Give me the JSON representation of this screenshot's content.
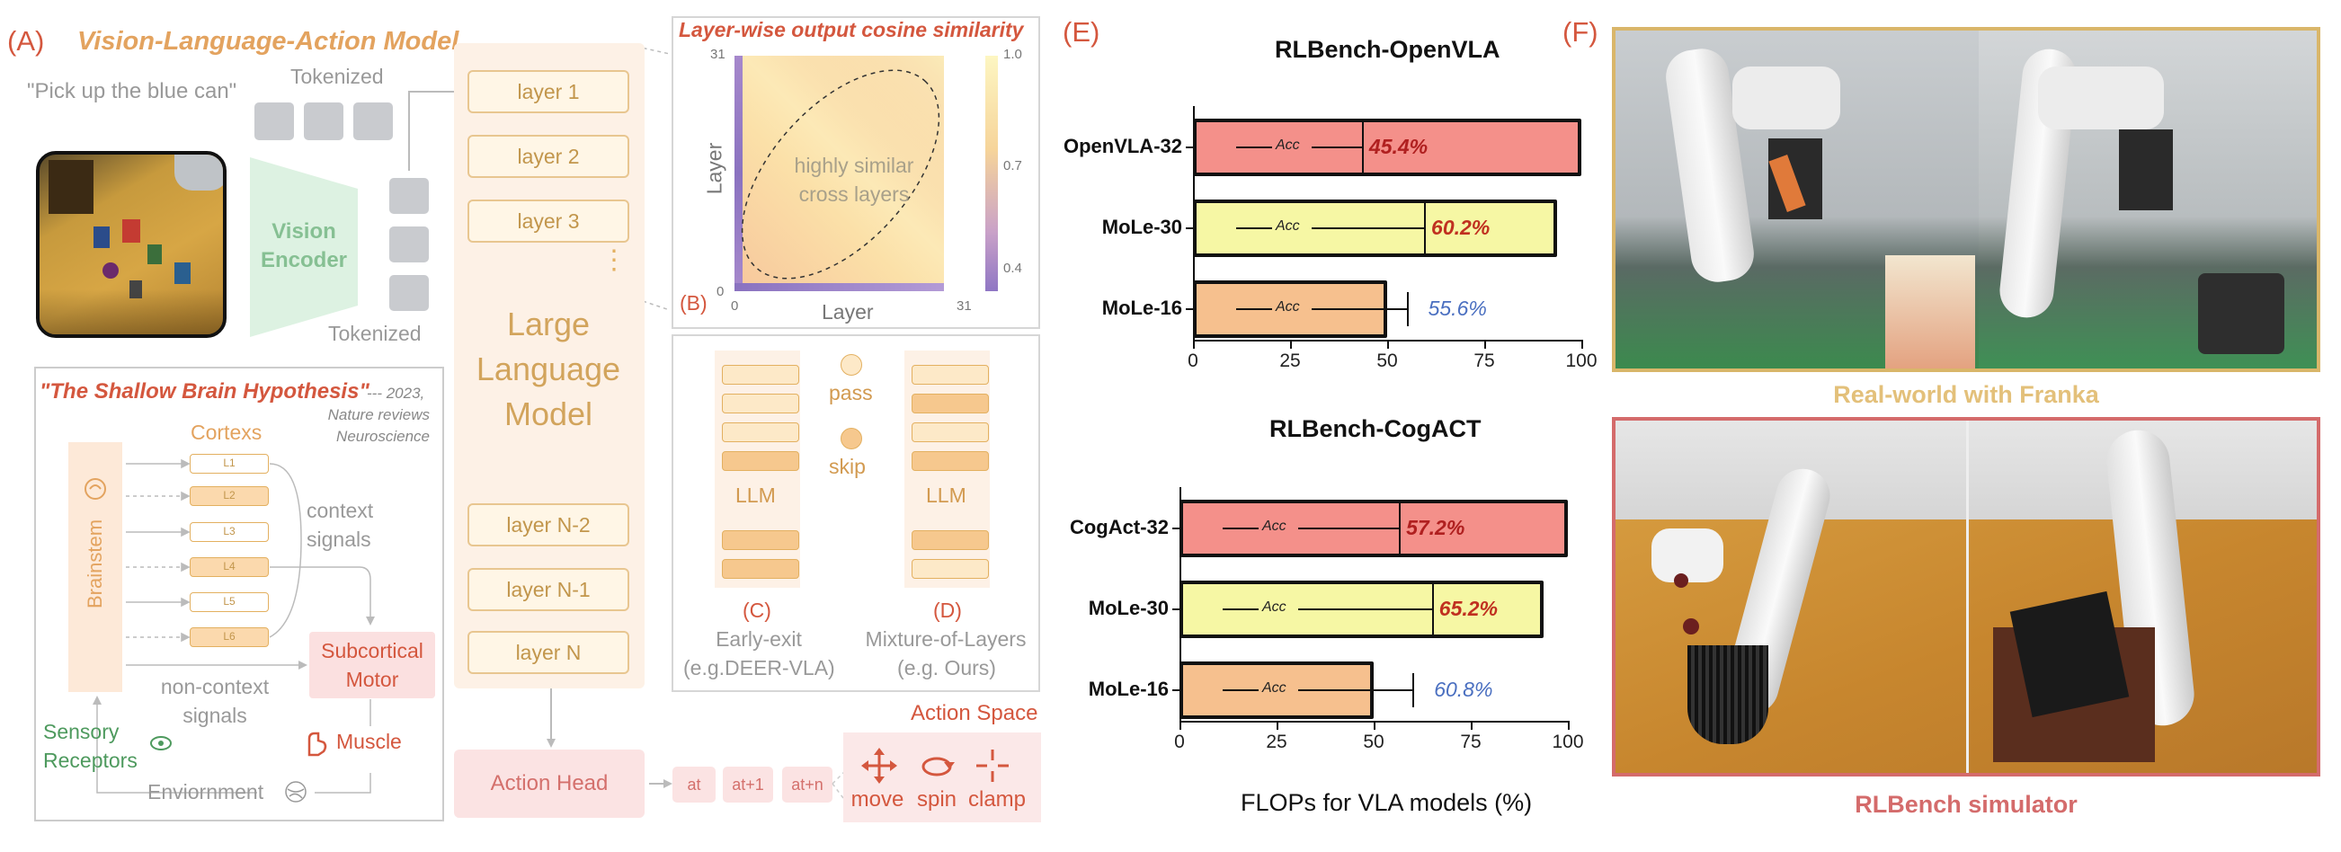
{
  "panelA": {
    "letter": "(A)",
    "title": "Vision-Language-Action Model",
    "prompt": "\"Pick up the blue can\"",
    "tokenized_top": "Tokenized",
    "tokenized_bottom": "Tokenized",
    "vision_encoder": "Vision Encoder",
    "llm_label": "Large Language Model",
    "layers_top": [
      "layer 1",
      "layer 2",
      "layer 3"
    ],
    "ellipsis": "⋮",
    "layers_bottom": [
      "layer N-2",
      "layer N-1",
      "layer N"
    ],
    "action_head": "Action Head",
    "action_tokens": [
      "at",
      "at+1",
      "at+n"
    ],
    "action_space_title": "Action Space",
    "actions": [
      "move",
      "spin",
      "clamp"
    ]
  },
  "brain": {
    "quote": "\"The Shallow Brain Hypothesis\"",
    "citation_1": "--- 2023,",
    "citation_2": "Nature reviews",
    "citation_3": "Neuroscience",
    "cortexes": "Cortexs",
    "brainstem": "Brainstem",
    "cortex_layers": [
      "L1",
      "L2",
      "L3",
      "L4",
      "L5",
      "L6"
    ],
    "context_signals": "context signals",
    "subcortical_motor": "Subcortical Motor",
    "non_context": "non-context signals",
    "muscle": "Muscle",
    "sensory": "Sensory Receptors",
    "environment": "Enviornment"
  },
  "panelB": {
    "letter": "(B)",
    "title": "Layer-wise output cosine similarity",
    "ylabel": "Layer",
    "xlabel": "Layer",
    "axis_min": "0",
    "axis_max": "31",
    "colorbar_ticks": [
      "1.0",
      "0.7",
      "0.4"
    ],
    "annotation": "highly similar cross layers"
  },
  "panelCD": {
    "pass": "pass",
    "skip": "skip",
    "llm_c": "LLM",
    "llm_d": "LLM",
    "c_letter": "(C)",
    "c_caption_1": "Early-exit",
    "c_caption_2": "(e.g.DEER-VLA)",
    "d_letter": "(D)",
    "d_caption_1": "Mixture-of-Layers",
    "d_caption_2": "(e.g. Ours)"
  },
  "chart_data": [
    {
      "type": "bar",
      "title": "RLBench-OpenVLA",
      "categories": [
        "OpenVLA-32",
        "MoLe-30",
        "MoLe-16"
      ],
      "values": [
        100,
        93.8,
        50
      ],
      "error": [
        null,
        null,
        5
      ],
      "acc_markers": [
        43.5,
        59.5,
        null
      ],
      "bar_labels": [
        "Acc",
        "Acc",
        "Acc"
      ],
      "accuracy_labels": [
        "45.4%",
        "60.2%",
        "55.6%"
      ],
      "colors": [
        "#f4908a",
        "#f6f7a4",
        "#f6c08e"
      ],
      "accuracy_colors": [
        "#b02020",
        "#c03020",
        "#4a6fc0"
      ],
      "xlim": [
        0,
        100
      ],
      "xticks": [
        "0",
        "25",
        "50",
        "75",
        "100"
      ]
    },
    {
      "type": "bar",
      "title": "RLBench-CogACT",
      "categories": [
        "CogAct-32",
        "MoLe-30",
        "MoLe-16"
      ],
      "values": [
        100,
        93.8,
        50
      ],
      "error": [
        null,
        null,
        10
      ],
      "acc_markers": [
        56.5,
        65,
        null
      ],
      "bar_labels": [
        "Acc",
        "Acc",
        "Acc"
      ],
      "accuracy_labels": [
        "57.2%",
        "65.2%",
        "60.8%"
      ],
      "colors": [
        "#f4908a",
        "#f6f7a4",
        "#f6c08e"
      ],
      "accuracy_colors": [
        "#b02020",
        "#c03020",
        "#4a6fc0"
      ],
      "xlim": [
        0,
        100
      ],
      "xticks": [
        "0",
        "25",
        "50",
        "75",
        "100"
      ],
      "xlabel": "FLOPs for VLA models (%)"
    }
  ],
  "panelE": {
    "letter": "(E)"
  },
  "panelF": {
    "letter": "(F)",
    "real_caption": "Real-world with Franka",
    "sim_caption": "RLBench simulator"
  },
  "colors": {
    "accent": "#d4573e",
    "llm_orange": "#c2964c",
    "gold_frame": "#d9b66a",
    "red_frame": "#d46b6b"
  }
}
